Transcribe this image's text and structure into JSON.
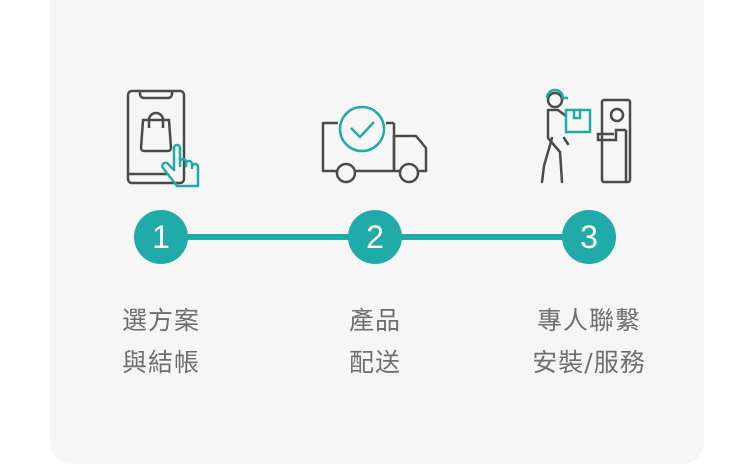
{
  "accent_color": "#21aba8",
  "steps": [
    {
      "number": "1",
      "icon": "phone-shopping-tap-icon",
      "line1": "選方案",
      "line2": "與結帳"
    },
    {
      "number": "2",
      "icon": "delivery-truck-check-icon",
      "line1": "產品",
      "line2": "配送"
    },
    {
      "number": "3",
      "icon": "courier-delivery-door-icon",
      "line1": "專人聯繫",
      "line2": "安裝/服務"
    }
  ]
}
